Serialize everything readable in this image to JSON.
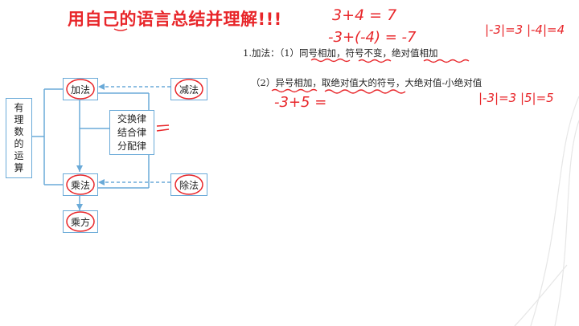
{
  "title": "用自己的语言总结并理解!!!",
  "diagram": {
    "root": [
      "有",
      "理",
      "数",
      "的",
      "运",
      "算"
    ],
    "add": "加法",
    "subtract": "减法",
    "multiply": "乘法",
    "divide": "除法",
    "power": "乘方",
    "laws": [
      "交换律",
      "结合律",
      "分配律"
    ]
  },
  "rules": {
    "rule1_prefix": "1.加法：（1）",
    "rule1_a": "同号相加，",
    "rule1_b": "符号不变，",
    "rule1_c": "绝对值相加",
    "rule2_prefix": "（2）",
    "rule2_a": "异号相加，",
    "rule2_b": "取绝对值大的符号，",
    "rule2_c": "大绝对值-小绝对值"
  },
  "handwriting": {
    "eq1": "3+4 =  7",
    "eq2": "-3+(-4) = -7",
    "eq3": "|-3|=3   |-4|=4",
    "eq4": "-3+5 =",
    "eq5": "|-3|=3   |5|=5"
  },
  "colors": {
    "accent": "#e8262a",
    "box_border": "#6aaad8"
  }
}
